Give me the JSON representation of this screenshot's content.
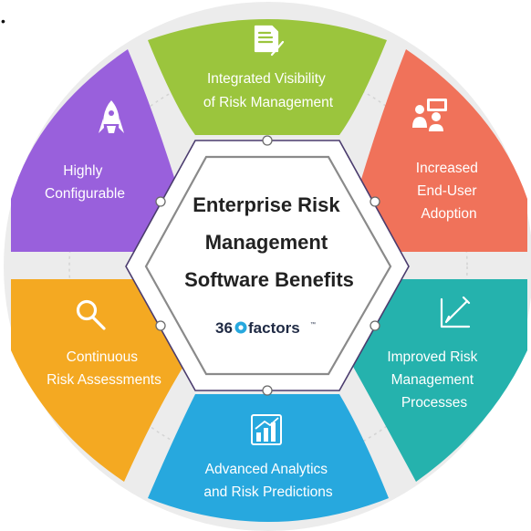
{
  "bullet": "•",
  "colors": {
    "green": "#9bc53d",
    "orange": "#f0725a",
    "teal": "#25b2ad",
    "blue": "#27a8de",
    "yellow": "#f4a922",
    "purple": "#9960dc",
    "ring": "#ececec",
    "hex_border": "#4b3c6e"
  },
  "segments": [
    {
      "id": "green",
      "icon": "document-pen-icon",
      "lines": [
        "Integrated Visibility",
        "of Risk Management"
      ]
    },
    {
      "id": "orange",
      "icon": "presentation-users-icon",
      "lines": [
        "Increased",
        "End-User",
        "Adoption"
      ]
    },
    {
      "id": "teal",
      "icon": "chart-pencil-icon",
      "lines": [
        "Improved Risk",
        "Management",
        "Processes"
      ]
    },
    {
      "id": "blue",
      "icon": "bar-chart-growth-icon",
      "lines": [
        "Advanced Analytics",
        "and Risk Predictions"
      ]
    },
    {
      "id": "yellow",
      "icon": "magnifier-icon",
      "lines": [
        "Continuous",
        "Risk Assessments"
      ]
    },
    {
      "id": "purple",
      "icon": "rocket-icon",
      "lines": [
        "Highly",
        "Configurable"
      ]
    }
  ],
  "center": {
    "title_lines": [
      "Enterprise Risk",
      "Management",
      "Software Benefits"
    ],
    "logo_part1": "36",
    "logo_part2": "factors",
    "logo_tm": "™"
  }
}
